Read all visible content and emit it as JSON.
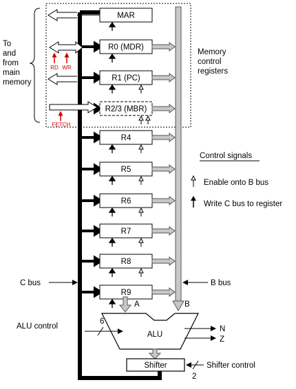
{
  "labels": {
    "left_group": [
      "To",
      "and",
      "from",
      "main",
      "memory"
    ],
    "mem_ctrl": [
      "Memory",
      "control",
      "registers"
    ],
    "control_signals": "Control signals",
    "enable_b": "Enable onto B bus",
    "write_c": "Write C bus to register",
    "c_bus": "C bus",
    "b_bus": "B bus",
    "alu_control": "ALU control",
    "alu_control_width": "6",
    "alu": "ALU",
    "input_a": "A",
    "input_b": "B",
    "flag_n": "N",
    "flag_z": "Z",
    "shifter": "Shifter",
    "shifter_control": "Shifter control",
    "shifter_width": "2",
    "rd": "RD",
    "wr": "WR",
    "fetch": "FETCH"
  },
  "registers": [
    "MAR",
    "R0 (MDR)",
    "R1 (PC)",
    "R2/3 (MBR)",
    "R4",
    "R5",
    "R6",
    "R7",
    "R8",
    "R9"
  ],
  "colors": {
    "bus_b": "#c8c8c8",
    "bus_c": "#000000",
    "memory_signal": "#d00000"
  }
}
